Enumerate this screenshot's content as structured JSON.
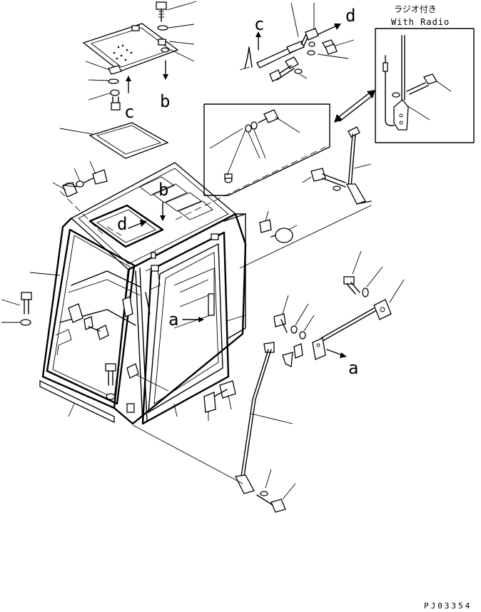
{
  "diagram": {
    "inset_title_jp": "ラジオ付き",
    "inset_title_en": "With Radio",
    "drawing_code": "PJ03354",
    "callout_letters": {
      "a_left": "a",
      "a_right": "a",
      "b_hatch": "b",
      "b_roof": "b",
      "c_hatch": "c",
      "c_top": "c",
      "d_top": "d",
      "d_roof": "d"
    }
  }
}
